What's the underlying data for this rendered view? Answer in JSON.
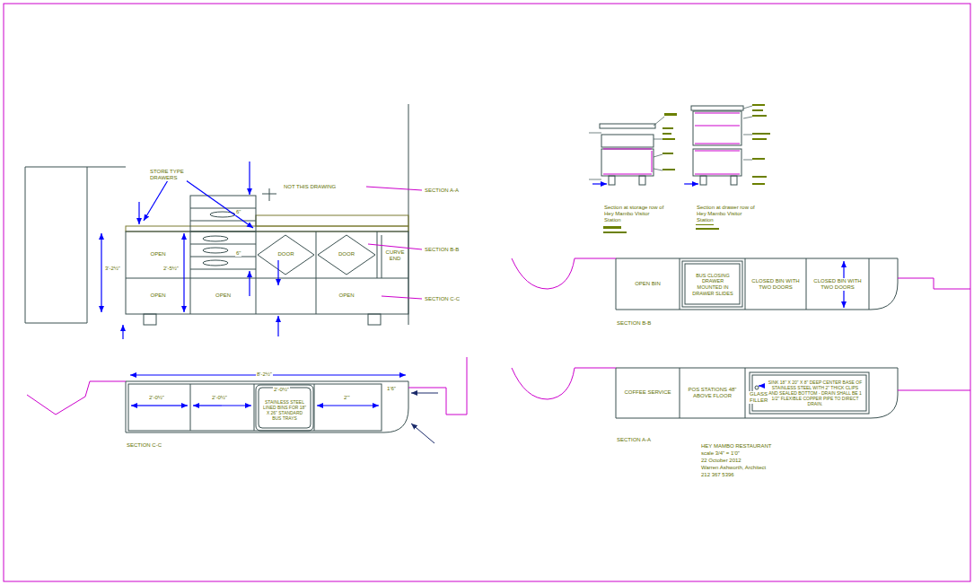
{
  "diagram": {
    "nodes": [
      {
        "text": [
          "OPEN"
        ]
      },
      {
        "text": [
          "DOOR"
        ]
      },
      {
        "text": [
          "DOOR"
        ]
      },
      {
        "text": [
          "CURVE END"
        ]
      },
      {
        "text": [
          "OPEN"
        ]
      },
      {
        "text": [
          "OPEN"
        ]
      },
      {
        "text": [
          "OPEN"
        ]
      },
      {
        "text": [
          "STAINLESS STEEL LINED BINS FOR 18\" X 26\" STANDARD BUS TRAYS"
        ]
      },
      {
        "text": [
          "OPEN BIN"
        ]
      },
      {
        "text": [
          "BUS CLOSING DRAWER MOUNTED IN DRAWER SLIDES"
        ]
      },
      {
        "text": [
          "CLOSED BIN WITH TWO DOORS"
        ]
      },
      {
        "text": [
          "CLOSED BIN WITH TWO DOORS"
        ]
      },
      {
        "text": [
          "COFFEE SERVICE"
        ]
      },
      {
        "text": [
          "POS STATIONS 48\" ABOVE FLOOR"
        ]
      },
      {
        "text": [
          "SINK 18\" X 20\" X 8\" DEEP CENTER BASE OF STAINLESS STEEL WITH 2\" THICK CLIPS AND SEALED BOTTOM - DRAIN SHALL BE 1 1/2\" FLEXIBLE COPPER PIPE TO DIRECT DRAIN."
        ]
      }
    ],
    "labels": [
      "STORE TYPE DRAWERS",
      "NOT THIS DRAWING",
      "SECTION A-A",
      "SECTION B-B",
      "SECTION C-C",
      "3'-2½\"",
      "2'-5½\"",
      "6\"",
      "6\"",
      "8'-2½\"",
      "2'-0½\"",
      "2'-0½\"",
      "2'-0½\"",
      "2'\"",
      "1'6\"",
      "SECTION C-C",
      "Section at storage row of Hey Mambo Visitor Station",
      "Section at drawer row of Hey Mambo Visitor Station",
      "SECTION B-B",
      "GLASS FILLER",
      "SECTION A-A",
      "HEY MAMBO RESTAURANT",
      "scale 3/4\" = 1'0\"",
      "22 October 2012",
      "Warren Ashworth, Architect",
      "212 367 5396"
    ]
  }
}
